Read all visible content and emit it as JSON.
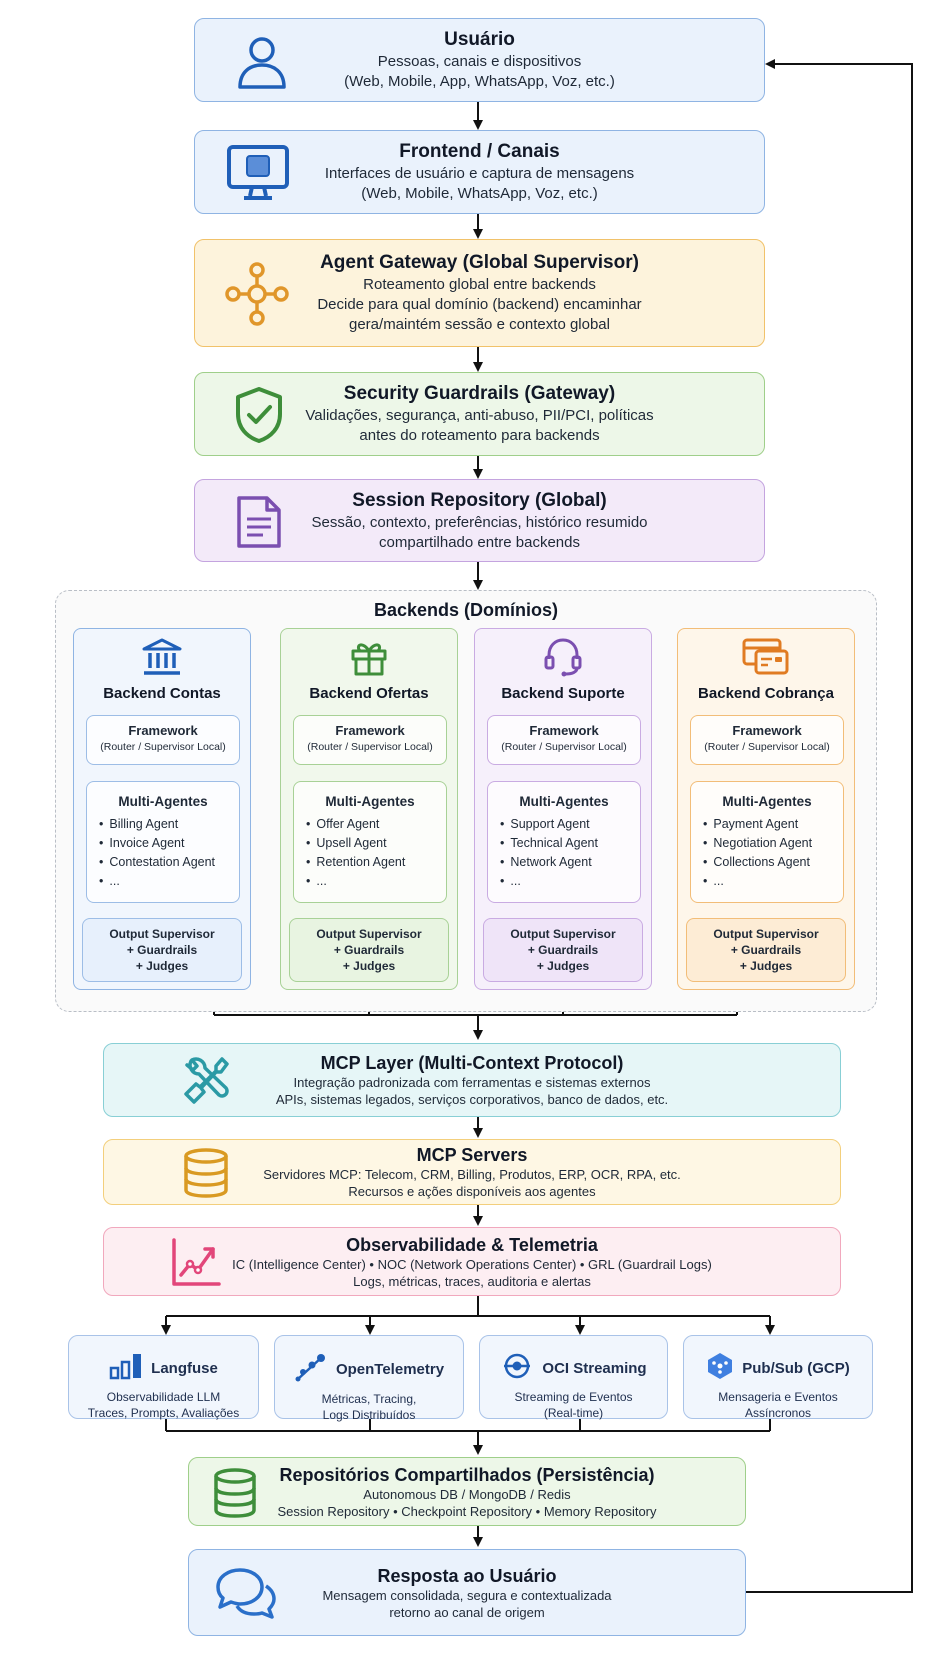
{
  "usuario": {
    "title": "Usuário",
    "lines": [
      "Pessoas, canais e dispositivos",
      "(Web, Mobile, App, WhatsApp, Voz, etc.)"
    ]
  },
  "frontend": {
    "title": "Frontend / Canais",
    "lines": [
      "Interfaces de usuário e captura de mensagens",
      "(Web, Mobile, WhatsApp, Voz, etc.)"
    ]
  },
  "gateway": {
    "title": "Agent Gateway (Global Supervisor)",
    "lines": [
      "Roteamento global entre backends",
      "Decide para qual domínio (backend) encaminhar",
      "gera/maintém sessão e contexto global"
    ]
  },
  "guardrails": {
    "title": "Security Guardrails (Gateway)",
    "lines": [
      "Validações, segurança, anti-abuso, PII/PCI, políticas",
      "antes do roteamento para backends"
    ]
  },
  "session": {
    "title": "Session Repository (Global)",
    "lines": [
      "Sessão, contexto, preferências, histórico resumido",
      "compartilhado entre backends"
    ]
  },
  "backends": {
    "title": "Backends (Domínios)",
    "items": [
      {
        "title": "Backend Contas",
        "framework": "Framework",
        "framework_sub": "(Router / Supervisor Local)",
        "multi": "Multi-Agentes",
        "agents": [
          "Billing Agent",
          "Invoice Agent",
          "Contestation Agent",
          "..."
        ],
        "output": [
          "Output Supervisor",
          "+ Guardrails",
          "+ Judges"
        ]
      },
      {
        "title": "Backend Ofertas",
        "framework": "Framework",
        "framework_sub": "(Router / Supervisor Local)",
        "multi": "Multi-Agentes",
        "agents": [
          "Offer Agent",
          "Upsell Agent",
          "Retention Agent",
          "..."
        ],
        "output": [
          "Output Supervisor",
          "+ Guardrails",
          "+ Judges"
        ]
      },
      {
        "title": "Backend Suporte",
        "framework": "Framework",
        "framework_sub": "(Router / Supervisor Local)",
        "multi": "Multi-Agentes",
        "agents": [
          "Support Agent",
          "Technical Agent",
          "Network Agent",
          "..."
        ],
        "output": [
          "Output Supervisor",
          "+ Guardrails",
          "+ Judges"
        ]
      },
      {
        "title": "Backend Cobrança",
        "framework": "Framework",
        "framework_sub": "(Router / Supervisor Local)",
        "multi": "Multi-Agentes",
        "agents": [
          "Payment Agent",
          "Negotiation Agent",
          "Collections Agent",
          "..."
        ],
        "output": [
          "Output Supervisor",
          "+ Guardrails",
          "+ Judges"
        ]
      }
    ]
  },
  "mcp_layer": {
    "title": "MCP Layer (Multi-Context Protocol)",
    "lines": [
      "Integração padronizada com ferramentas e sistemas externos",
      "APIs, sistemas legados, serviços corporativos, banco de dados, etc."
    ]
  },
  "mcp_servers": {
    "title": "MCP Servers",
    "lines": [
      "Servidores MCP: Telecom, CRM, Billing, Produtos, ERP, OCR, RPA, etc.",
      "Recursos e ações disponíveis aos agentes"
    ]
  },
  "observability": {
    "title": "Observabilidade & Telemetria",
    "lines": [
      "IC (Intelligence Center)  •  NOC (Network Operations Center)  •  GRL (Guardrail Logs)",
      "Logs, métricas, traces, auditoria e alertas"
    ]
  },
  "tools": [
    {
      "title": "Langfuse",
      "lines": [
        "Observabilidade LLM",
        "Traces, Prompts, Avaliações"
      ]
    },
    {
      "title": "OpenTelemetry",
      "lines": [
        "Métricas, Tracing,",
        "Logs Distribuídos"
      ]
    },
    {
      "title": "OCI Streaming",
      "lines": [
        "Streaming de Eventos",
        "(Real-time)"
      ]
    },
    {
      "title": "Pub/Sub (GCP)",
      "lines": [
        "Mensageria e Eventos",
        "Assíncronos"
      ]
    }
  ],
  "repos": {
    "title": "Repositórios Compartilhados (Persistência)",
    "lines": [
      "Autonomous DB / MongoDB / Redis",
      "Session Repository  •  Checkpoint Repository  •  Memory Repository"
    ]
  },
  "resposta": {
    "title": "Resposta ao Usuário",
    "lines": [
      "Mensagem consolidada, segura e contextualizada",
      "retorno ao canal de origem"
    ]
  }
}
